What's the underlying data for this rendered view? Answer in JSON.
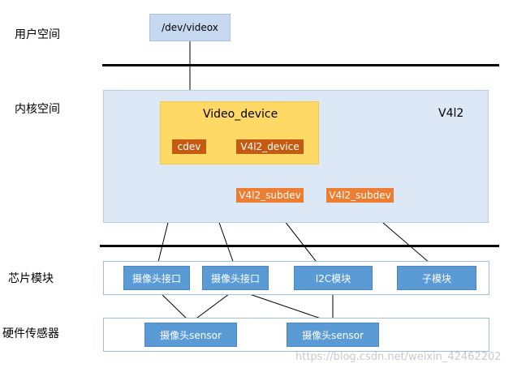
{
  "layers": {
    "user_space": "用户空间",
    "kernel_space": "内核空间",
    "chip_module": "芯片模块",
    "hardware_sensor": "硬件传感器"
  },
  "nodes": {
    "dev_videox": "/dev/videox",
    "video_device": "Video_device",
    "v4l2": "V4l2",
    "cdev": "cdev",
    "v4l2_device": "V4l2_device",
    "v4l2_subdev_1": "V4l2_subdev",
    "v4l2_subdev_2": "V4l2_subdev",
    "camera_interface_1": "摄像头接口",
    "camera_interface_2": "摄像头接口",
    "i2c_module": "I2C模块",
    "sub_module": "子模块",
    "camera_sensor_1": "摄像头sensor",
    "camera_sensor_2": "摄像头sensor"
  },
  "watermark": "https://blog.csdn.net/weixin_42462202",
  "colors": {
    "light_blue_node": "#c6d9f0",
    "kernel_panel": "#dce8f5",
    "video_device_fill": "#ffd966",
    "dark_orange": "#c55a11",
    "orange": "#ed7d31",
    "blue": "#5b9bd5"
  }
}
